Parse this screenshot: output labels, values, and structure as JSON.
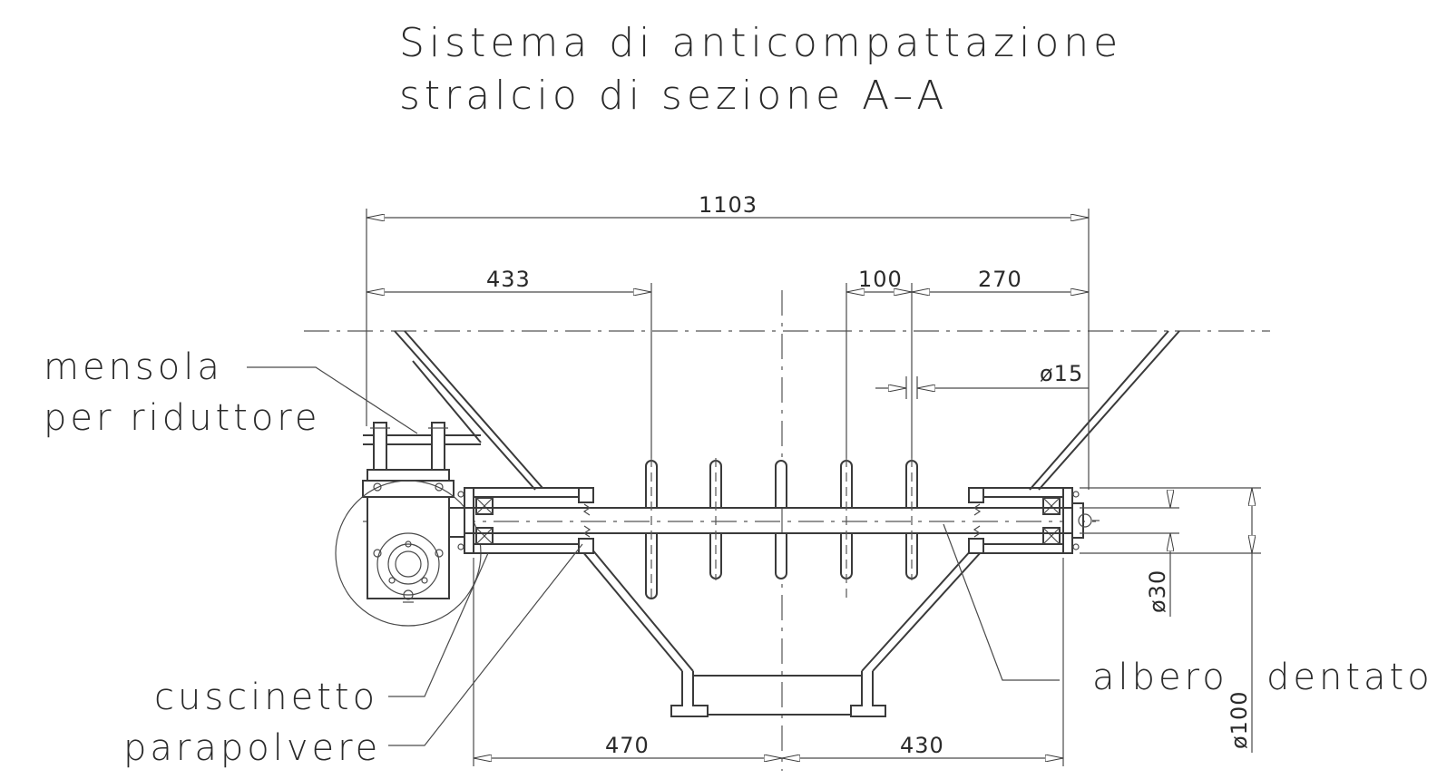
{
  "title": {
    "line1": "Sistema di anticompattazione",
    "line2": "stralcio di sezione A–A"
  },
  "labels": {
    "mensola_line1": "mensola",
    "mensola_line2": "per riduttore",
    "cuscinetto": "cuscinetto",
    "parapolvere": "parapolvere",
    "albero_word1": "albero",
    "albero_word2": "dentato"
  },
  "dimensions": {
    "overall": "1103",
    "left_offset": "433",
    "pin_spacing": "100",
    "right_offset": "270",
    "pin_diameter": "ø15",
    "shaft_diameter": "ø30",
    "housing_diameter": "ø100",
    "bottom_left": "470",
    "bottom_right": "430"
  }
}
